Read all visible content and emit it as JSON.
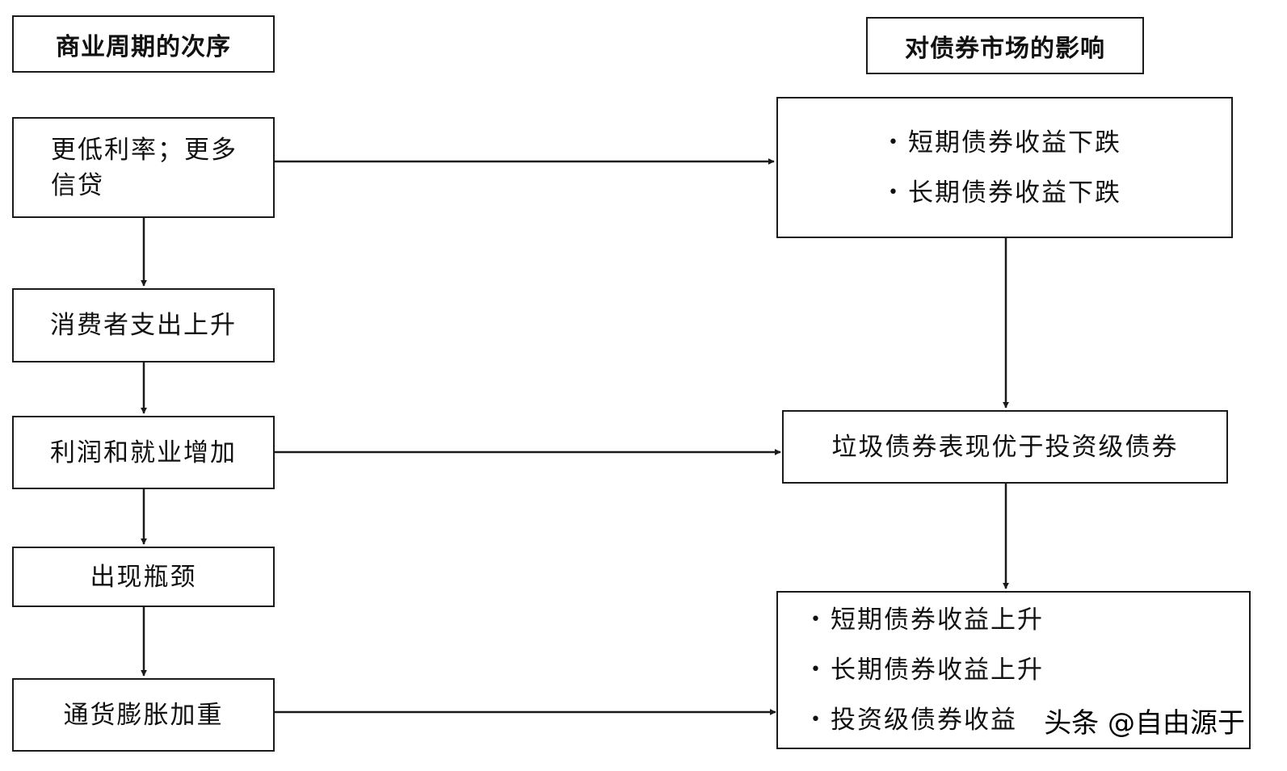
{
  "left_column": {
    "header": "商业周期的次序",
    "steps": [
      "更低利率；更多信贷",
      "消费者支出上升",
      "利润和就业增加",
      "出现瓶颈",
      "通货膨胀加重"
    ]
  },
  "right_column": {
    "header": "对债券市场的影响",
    "effect_1": [
      "短期债券收益下跌",
      "长期债券收益下跌"
    ],
    "effect_2": "垃圾债券表现优于投资级债券",
    "effect_3": [
      "短期债券收益上升",
      "长期债券收益上升",
      "投资级债券收益"
    ]
  },
  "watermark": "头条 @自由源于",
  "colors": {
    "line": "#1a1a1a",
    "background": "#ffffff"
  }
}
